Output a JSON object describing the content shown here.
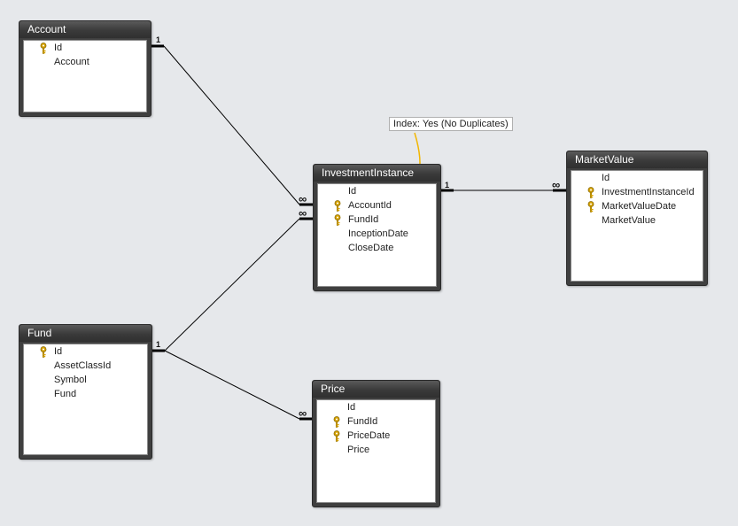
{
  "tables": {
    "account": {
      "title": "Account",
      "fields": [
        {
          "name": "Id",
          "key": true
        },
        {
          "name": "Account",
          "key": false
        }
      ]
    },
    "investment_instance": {
      "title": "InvestmentInstance",
      "fields": [
        {
          "name": "Id",
          "key": false
        },
        {
          "name": "AccountId",
          "key": true
        },
        {
          "name": "FundId",
          "key": true
        },
        {
          "name": "InceptionDate",
          "key": false
        },
        {
          "name": "CloseDate",
          "key": false
        }
      ]
    },
    "market_value": {
      "title": "MarketValue",
      "fields": [
        {
          "name": "Id",
          "key": false
        },
        {
          "name": "InvestmentInstanceId",
          "key": true
        },
        {
          "name": "MarketValueDate",
          "key": true
        },
        {
          "name": "MarketValue",
          "key": false
        }
      ]
    },
    "fund": {
      "title": "Fund",
      "fields": [
        {
          "name": "Id",
          "key": true
        },
        {
          "name": "AssetClassId",
          "key": false
        },
        {
          "name": "Symbol",
          "key": false
        },
        {
          "name": "Fund",
          "key": false
        }
      ]
    },
    "price": {
      "title": "Price",
      "fields": [
        {
          "name": "Id",
          "key": false
        },
        {
          "name": "FundId",
          "key": true
        },
        {
          "name": "PriceDate",
          "key": true
        },
        {
          "name": "Price",
          "key": false
        }
      ]
    }
  },
  "tooltip": {
    "text": "Index: Yes (No Duplicates)"
  },
  "relationships": {
    "one_label": "1",
    "many_label": "∞"
  },
  "colors": {
    "table_header": "#3f3f3f",
    "table_body": "#ffffff",
    "canvas": "#e6e8eb",
    "key_icon": "#d8a400",
    "annotation_line": "#f2b600"
  }
}
